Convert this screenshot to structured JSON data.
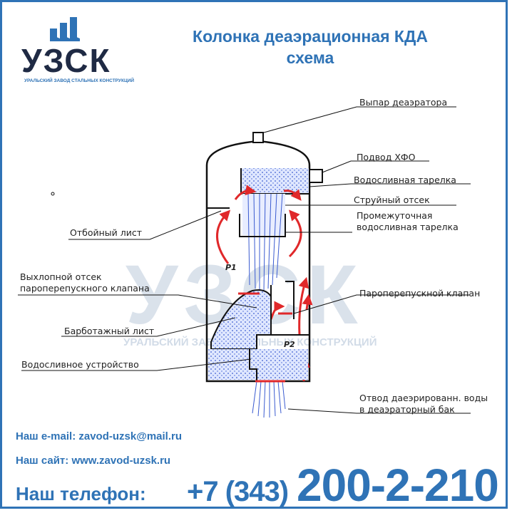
{
  "logo": {
    "text": "УЗСК",
    "subtitle": "УРАЛЬСКИЙ ЗАВОД СТАЛЬНЫХ КОНСТРУКЦИЙ"
  },
  "title_line1": "Колонка деаэрационная КДА",
  "title_line2": "схема",
  "labels": {
    "vypar": "Выпар деаэратора",
    "podvod": "Подвод ХФО",
    "vodoslivnaya": "Водосливная тарелка",
    "struyny": "Струйный отсек",
    "promezh1": "Промежуточная",
    "promezh2": "водосливная тарелка",
    "otboyny": "Отбойный лист",
    "vykhlop1": "Выхлопной отсек",
    "vykhlop2": "пароперепускного клапана",
    "paroperepusk": "Пароперепускной клапан",
    "barbotazh": "Барботажный лист",
    "vodoslivnoe": "Водосливное устройство",
    "otvod1": "Отвод даеэрированн. воды",
    "otvod2": "в деаэраторный бак",
    "p1": "P1",
    "p2": "P2"
  },
  "watermark": {
    "text": "УЗСК",
    "subtitle": "УРАЛЬСКИЙ ЗАВОД СТАЛЬНЫХ КОНСТРУКЦИЙ"
  },
  "contacts": {
    "email": "Наш e-mail: zavod-uzsk@mail.ru",
    "site": "Наш сайт: www.zavod-uzsk.ru",
    "phone_label": "Наш телефон:",
    "phone_code": "+7 (343)",
    "phone_number": "200-2-210"
  },
  "colors": {
    "brand_blue": "#2f73b6",
    "arrow_red": "#e0282a",
    "water_blue": "#3a5bd0"
  },
  "icons": [
    "factory-logo-icon"
  ]
}
